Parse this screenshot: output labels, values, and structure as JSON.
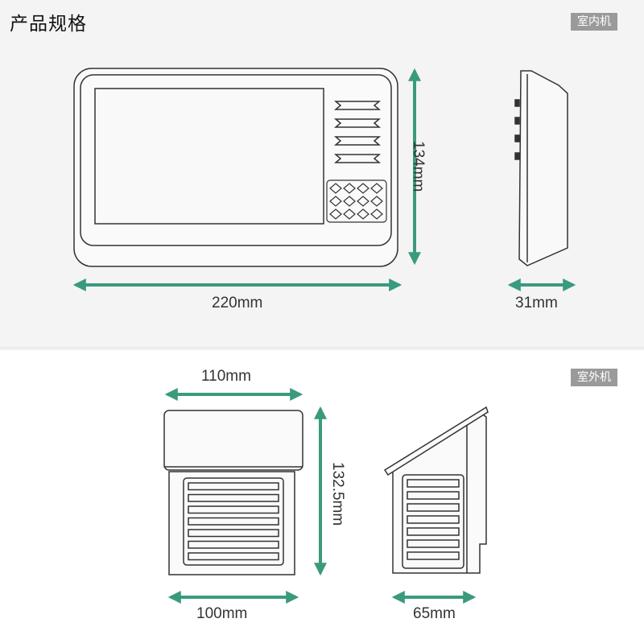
{
  "header": {
    "title": "产品规格"
  },
  "indoor": {
    "tag": "室内机",
    "width_label": "220mm",
    "height_label": "134mm",
    "depth_label": "31mm"
  },
  "outdoor": {
    "tag": "室外机",
    "top_width_label": "110mm",
    "height_label": "132.5mm",
    "bottom_width_label": "100mm",
    "depth_label": "65mm"
  },
  "colors": {
    "dimension_arrow": "#3a9a7e",
    "outline": "#333333",
    "tag_bg": "#9a9a9a"
  }
}
